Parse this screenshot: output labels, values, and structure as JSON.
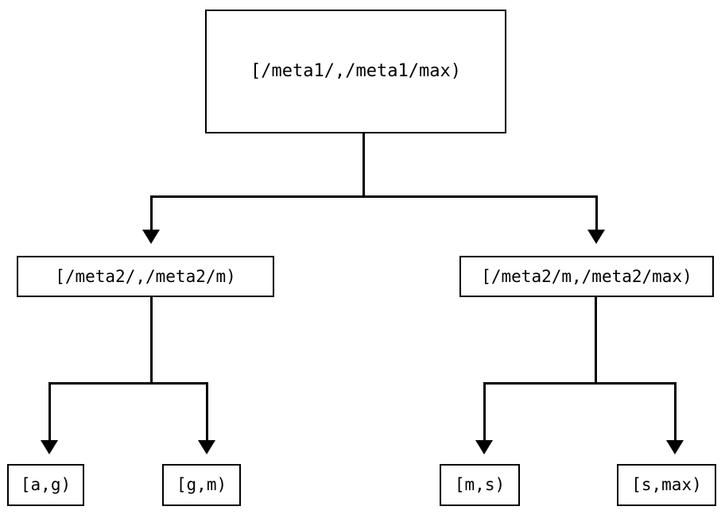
{
  "diagram": {
    "type": "tree",
    "orientation": "top-down",
    "background_color": "#ffffff",
    "line_color": "#000000",
    "text_color": "#000000",
    "nodes": {
      "root": {
        "label": "[/meta1/,/meta1/max)"
      },
      "mid_left": {
        "label": "[/meta2/,/meta2/m)"
      },
      "mid_right": {
        "label": "[/meta2/m,/meta2/max)"
      },
      "leaf_1": {
        "label": "[a,g)"
      },
      "leaf_2": {
        "label": "[g,m)"
      },
      "leaf_3": {
        "label": "[m,s)"
      },
      "leaf_4": {
        "label": "[s,max)"
      }
    },
    "edges": [
      {
        "from": "root",
        "to": "mid_left"
      },
      {
        "from": "root",
        "to": "mid_right"
      },
      {
        "from": "mid_left",
        "to": "leaf_1"
      },
      {
        "from": "mid_left",
        "to": "leaf_2"
      },
      {
        "from": "mid_right",
        "to": "leaf_3"
      },
      {
        "from": "mid_right",
        "to": "leaf_4"
      }
    ]
  }
}
